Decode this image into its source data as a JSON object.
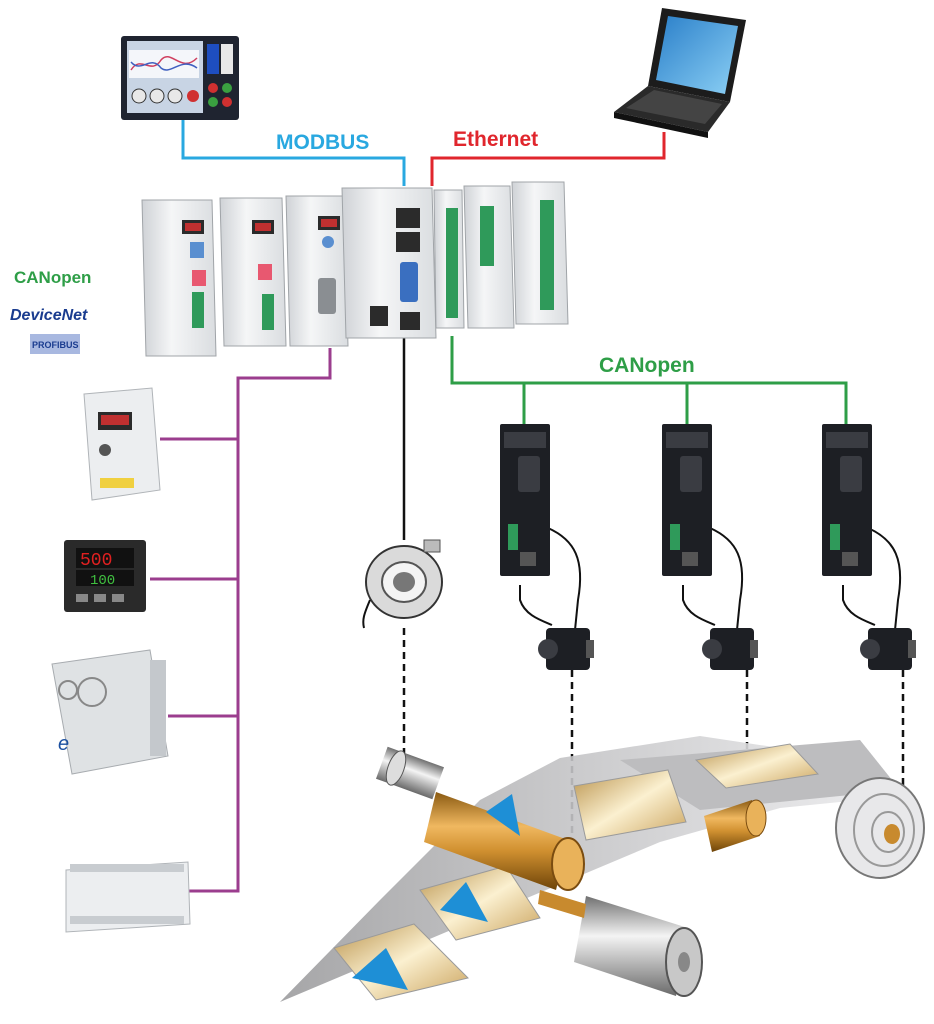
{
  "labels": {
    "modbus": "MODBUS",
    "ethernet": "Ethernet",
    "canopen": "CANopen"
  },
  "protocol_logos": {
    "canopen": "CANopen",
    "devicenet": "DeviceNet",
    "profibus": "PROFIBUS"
  },
  "colors": {
    "modbus": "#29a8e0",
    "ethernet": "#e0262d",
    "canopen": "#2e9e47",
    "fieldbus": "#9b3d8e",
    "encoder_cable": "#111111",
    "web": "#a9a9ab",
    "roller": "#c88a2e",
    "panel": "#e4c98c",
    "hmi": "#1f2430",
    "drive": "#1d1f24"
  },
  "icons": [
    "hmi-touch-panel",
    "laptop",
    "plc-rack",
    "ac-drive",
    "temperature-controller",
    "frequency-inverter",
    "compact-plc",
    "rotary-encoder",
    "servo-drive",
    "servo-motor",
    "web-roller",
    "paper-roll"
  ]
}
